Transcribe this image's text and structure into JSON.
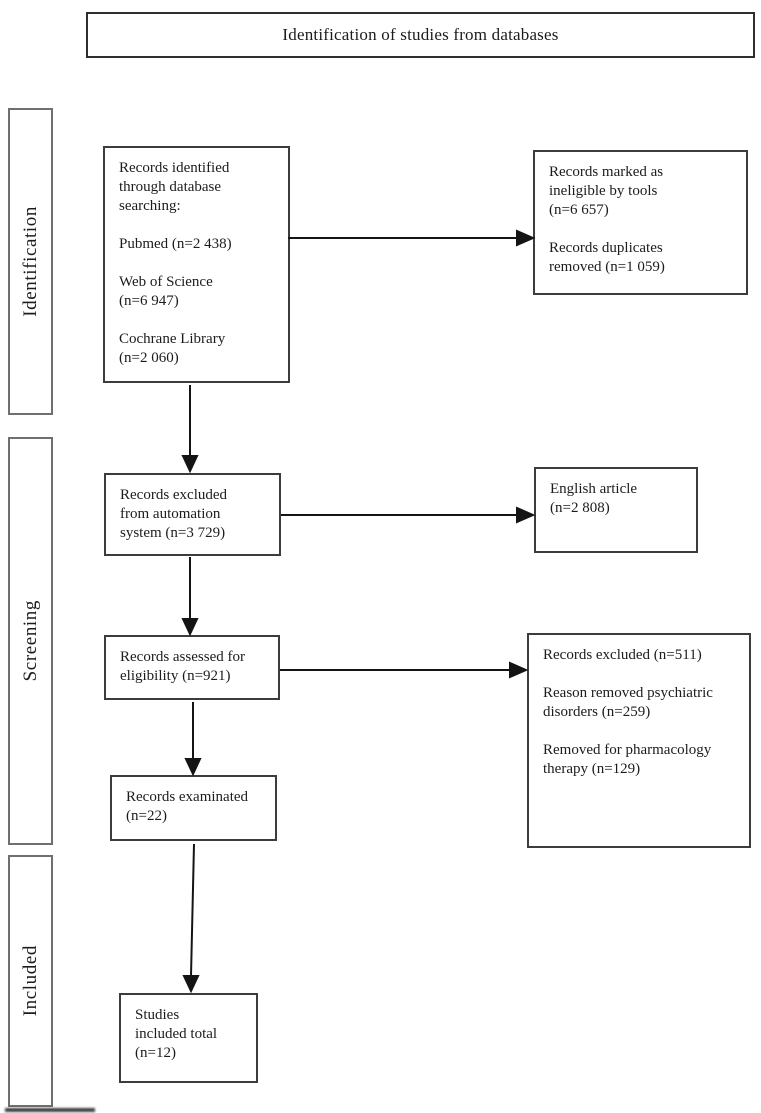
{
  "title": "Identification of studies from databases",
  "stages": {
    "identification": "Identification",
    "screening": "Screening",
    "included": "Included"
  },
  "flow": {
    "records_identified": {
      "lines": [
        "Records identified",
        "through database",
        "searching:",
        "",
        "Pubmed (n=2 438)",
        "",
        "Web of Science",
        "(n=6 947)",
        "",
        "Cochrane Library",
        "(n=2 060)"
      ]
    },
    "marked_ineligible": {
      "lines": [
        "Records marked as",
        "ineligible by tools",
        "(n=6 657)",
        "",
        "Records duplicates",
        "removed (n=1 059)"
      ]
    },
    "excluded_automation": {
      "lines": [
        "Records excluded",
        "from automation",
        "system (n=3 729)"
      ]
    },
    "english_article": {
      "lines": [
        "English article",
        "(n=2 808)"
      ]
    },
    "assessed_eligibility": {
      "lines": [
        "Records assessed for",
        "eligibility (n=921)"
      ]
    },
    "records_excluded_reasons": {
      "lines": [
        "Records excluded (n=511)",
        "",
        "Reason removed psychiatric",
        "disorders (n=259)",
        "",
        "Removed for pharmacology",
        "therapy (n=129)"
      ]
    },
    "records_examinated": {
      "lines": [
        "Records examinated",
        "(n=22)"
      ]
    },
    "studies_included": {
      "lines": [
        "Studies",
        "included total",
        "(n=12)"
      ]
    }
  },
  "colors": {
    "background": "#ffffff",
    "box_border": "#3c3c3c",
    "stage_border": "#6f6f6f",
    "text": "#1c1c1c",
    "arrow": "#141414"
  }
}
